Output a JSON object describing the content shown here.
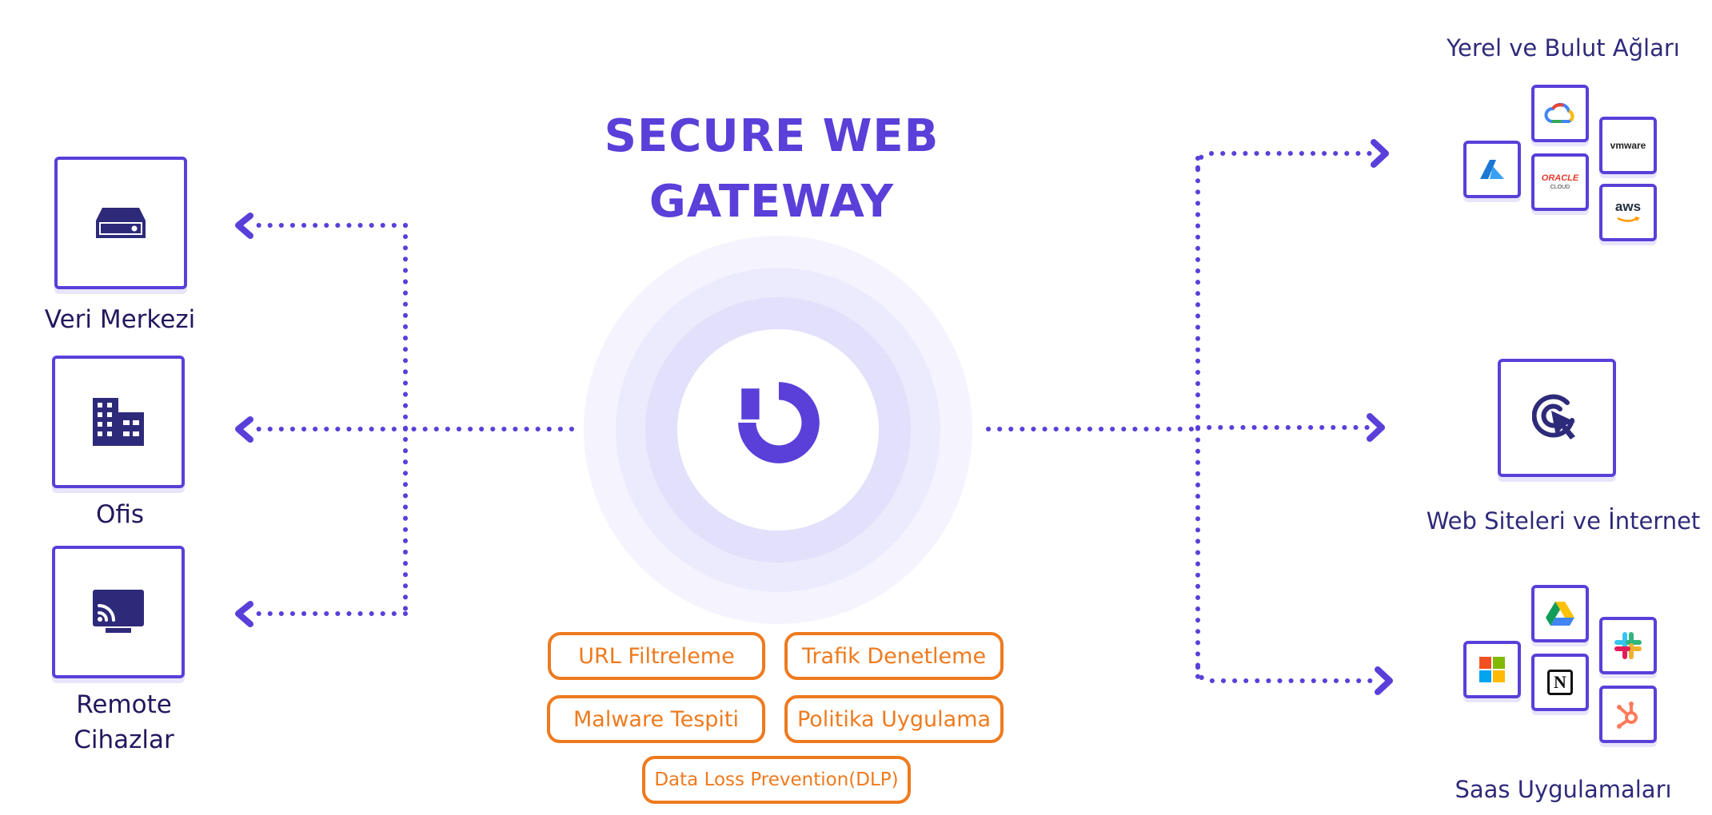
{
  "diagram": {
    "title_line1": "SECURE WEB",
    "title_line2": "GATEWAY",
    "hub": {
      "icon": "brand-logo-icon"
    },
    "sources": [
      {
        "label": "Veri Merkezi",
        "icon": "storage-drive-icon"
      },
      {
        "label": "Ofis",
        "icon": "office-building-icon"
      },
      {
        "label_line1": "Remote",
        "label_line2": "Cihazlar",
        "icon": "cast-screen-icon"
      }
    ],
    "destinations": {
      "cloud": {
        "label": "Yerel ve Bulut Ağları",
        "tiles": [
          {
            "name": "google-cloud-icon"
          },
          {
            "name": "azure-icon"
          },
          {
            "name": "oracle-cloud-icon",
            "line1": "ORACLE",
            "line2": "CLOUD"
          },
          {
            "name": "vmware-icon",
            "text": "vmware"
          },
          {
            "name": "aws-icon",
            "text": "aws"
          }
        ]
      },
      "web": {
        "label": "Web Siteleri ve İnternet",
        "icon": "web-click-icon"
      },
      "saas": {
        "label": "Saas Uygulamaları",
        "tiles": [
          {
            "name": "google-drive-icon"
          },
          {
            "name": "microsoft-icon"
          },
          {
            "name": "notion-icon",
            "text": "N"
          },
          {
            "name": "slack-icon"
          },
          {
            "name": "hubspot-icon"
          }
        ]
      }
    },
    "features": [
      "URL Filtreleme",
      "Trafik Denetleme",
      "Malware Tespiti",
      "Politika Uygulama",
      "Data Loss Prevention(DLP)"
    ],
    "colors": {
      "primary": "#5A3FD9",
      "accent": "#EE7A1E",
      "label_dark": "#22185E"
    }
  }
}
